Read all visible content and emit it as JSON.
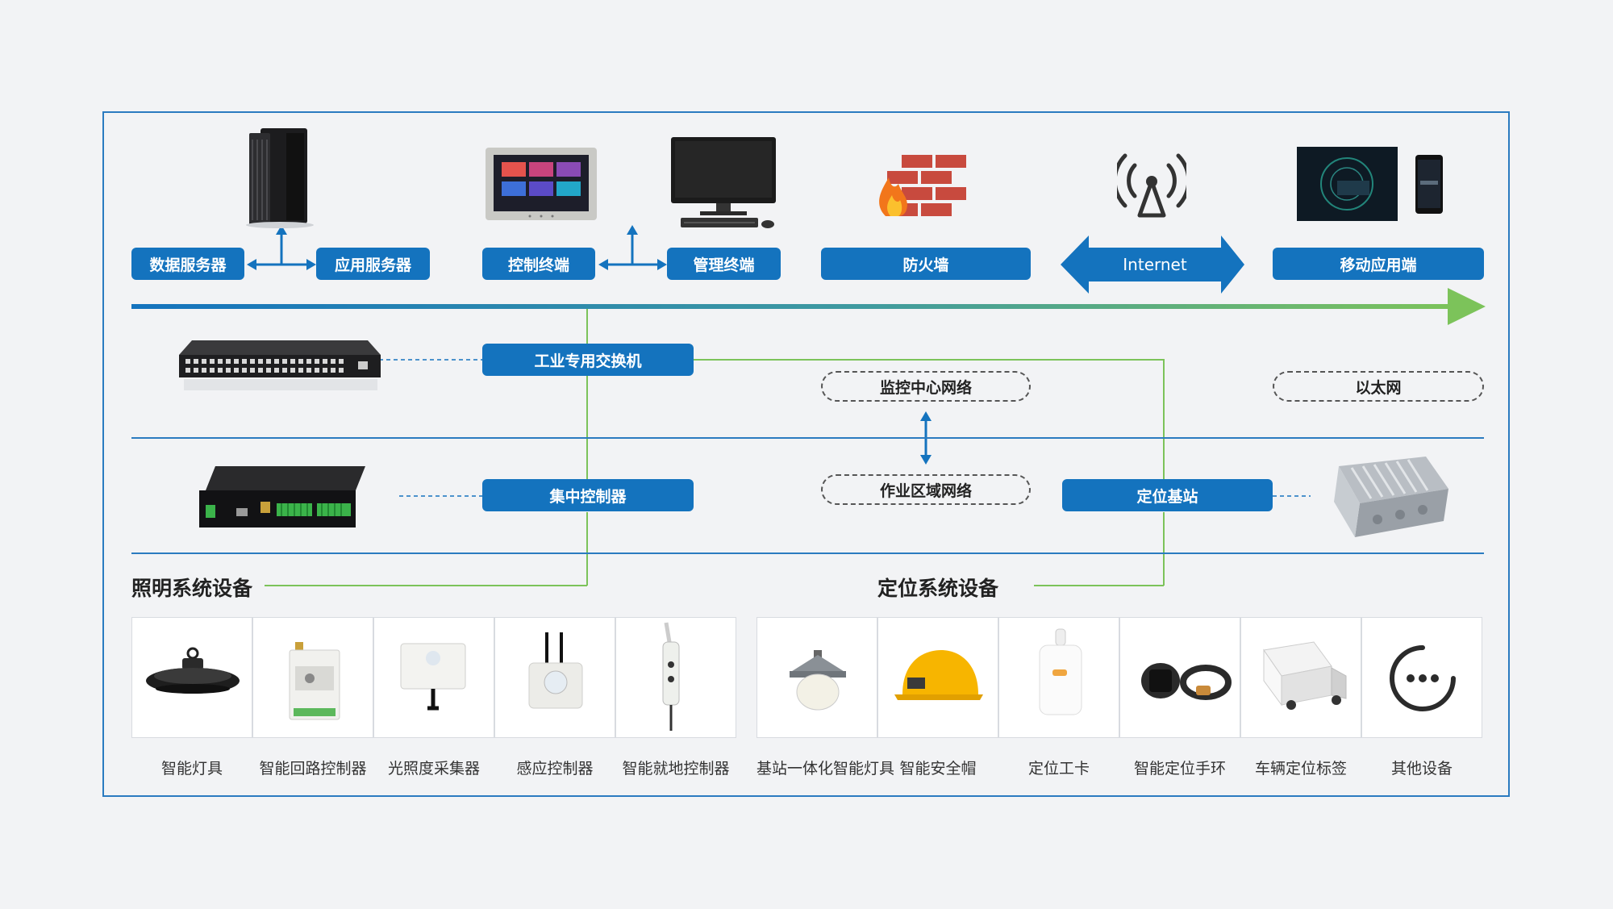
{
  "top": {
    "data_server": "数据服务器",
    "app_server": "应用服务器",
    "control_terminal": "控制终端",
    "management_terminal": "管理终端",
    "firewall": "防火墙",
    "internet": "Internet",
    "mobile_app": "移动应用端"
  },
  "mid": {
    "industrial_switch": "工业专用交换机",
    "monitor_network": "监控中心网络",
    "ethernet": "以太网",
    "central_controller": "集中控制器",
    "work_area_network": "作业区域网络",
    "positioning_station": "定位基站"
  },
  "sections": {
    "lighting": "照明系统设备",
    "positioning": "定位系统设备"
  },
  "lighting_devices": [
    "智能灯具",
    "智能回路控制器",
    "光照度采集器",
    "感应控制器",
    "智能就地控制器"
  ],
  "positioning_devices": [
    "基站一体化智能灯具",
    "智能安全帽",
    "定位工卡",
    "智能定位手环",
    "车辆定位标签",
    "其他设备"
  ],
  "colors": {
    "label_blue": "#1473be",
    "frame_blue": "#2b7bc0",
    "connector_green": "#7cc35a"
  },
  "icons": {
    "data_server": "server-rack-icon",
    "control_terminal": "touch-panel-icon",
    "management_terminal": "desktop-computer-icon",
    "firewall": "firewall-icon",
    "internet": "antenna-icon",
    "mobile_app": "mobile-devices-icon",
    "switch": "network-switch-icon",
    "controller": "controller-box-icon",
    "station": "base-station-icon"
  }
}
